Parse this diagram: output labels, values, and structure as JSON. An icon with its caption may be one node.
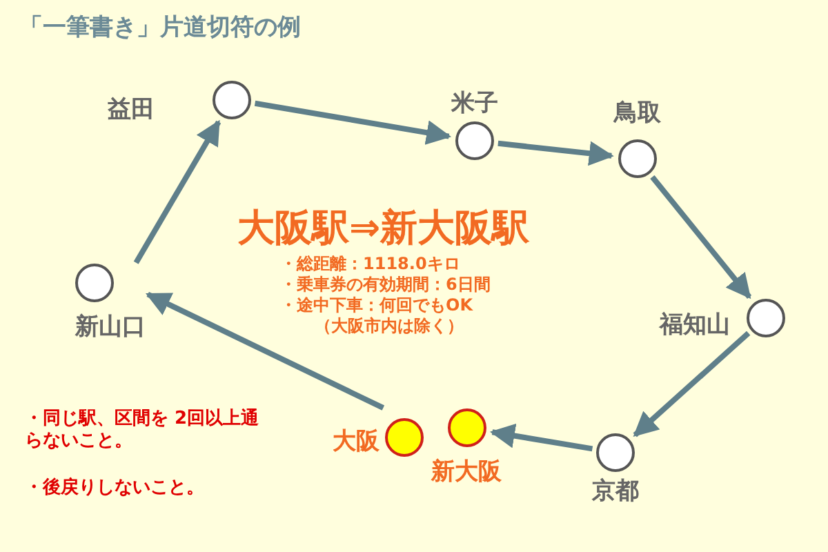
{
  "diagram": {
    "title": "「一筆書き」片道切符の例",
    "nodes": [
      {
        "text": [
          "益田"
        ]
      },
      {
        "text": [
          "米子"
        ]
      },
      {
        "text": [
          "鳥取"
        ]
      },
      {
        "text": [
          "新山口"
        ]
      },
      {
        "text": [
          "福知山"
        ]
      },
      {
        "text": [
          "大阪"
        ]
      },
      {
        "text": [
          "新大阪"
        ]
      },
      {
        "text": [
          "京都"
        ]
      }
    ],
    "edges": [
      {
        "from": 5,
        "to": 3,
        "arrow": "to"
      },
      {
        "from": 3,
        "to": 0,
        "arrow": "to"
      },
      {
        "from": 0,
        "to": 1,
        "arrow": "to"
      },
      {
        "from": 1,
        "to": 2,
        "arrow": "to"
      },
      {
        "from": 2,
        "to": 4,
        "arrow": "to"
      },
      {
        "from": 4,
        "to": 7,
        "arrow": "to"
      },
      {
        "from": 7,
        "to": 6,
        "arrow": "to"
      }
    ],
    "labels": [
      "大阪駅⇒新大阪駅",
      "・総距離：1118.0キロ",
      "・乗車券の有効期間：6日間",
      "・途中下車：何回でもOK",
      "（大阪市内は除く）",
      "・同じ駅、区間を 2回以上通らないこと。",
      "・後戻りしないこと。"
    ]
  }
}
